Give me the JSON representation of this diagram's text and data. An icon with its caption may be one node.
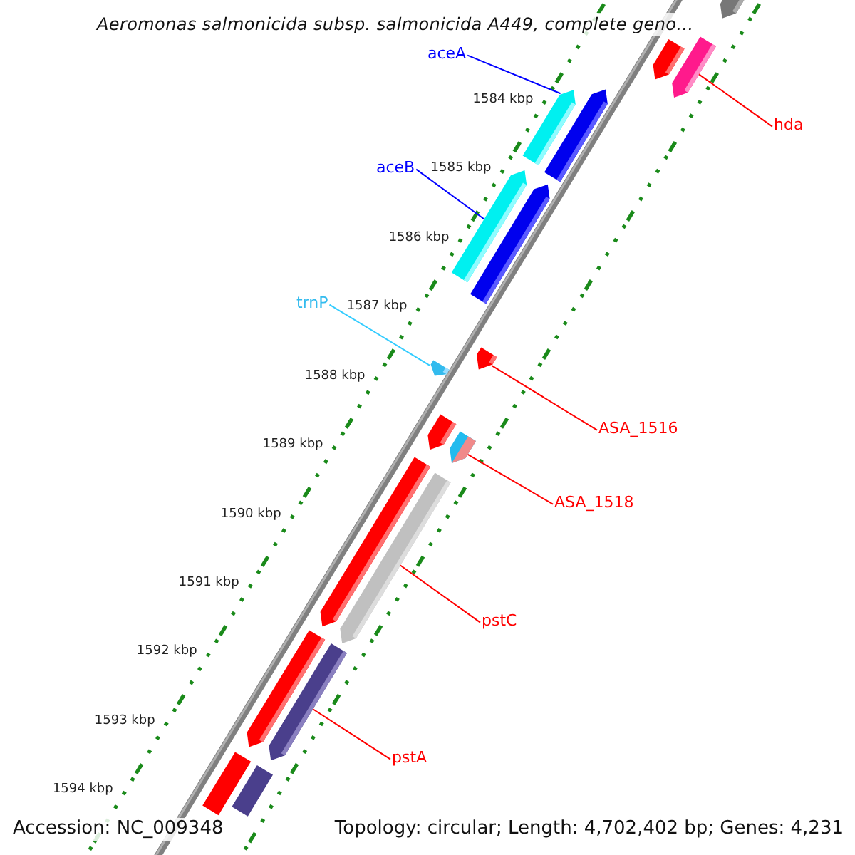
{
  "diagram": {
    "title": "Aeromonas salmonicida subsp. salmonicida A449, complete geno...",
    "nodes": [
      {
        "text": [
          "aceA"
        ]
      },
      {
        "text": [],
        "shape": "arrow"
      },
      {
        "text": [
          "hda"
        ]
      },
      {
        "text": [],
        "shape": "arrow"
      },
      {
        "text": [
          "aceB"
        ]
      },
      {
        "text": [],
        "shape": "arrow"
      },
      {
        "text": [
          "trnP"
        ]
      },
      {
        "text": [],
        "shape": "arrow"
      },
      {
        "text": [
          "ASA_1516"
        ]
      },
      {
        "text": [],
        "shape": "arrow"
      },
      {
        "text": [
          "ASA_1518"
        ]
      },
      {
        "text": [],
        "shape": "arrow"
      },
      {
        "text": [
          "pstC"
        ]
      },
      {
        "text": [],
        "shape": "arrow"
      },
      {
        "text": [
          "pstA"
        ]
      },
      {
        "text": [],
        "shape": "arrow"
      },
      {
        "text": [],
        "shape": "arrow"
      },
      {
        "text": [],
        "shape": "arrow"
      },
      {
        "text": [],
        "shape": "arrow"
      },
      {
        "text": [],
        "shape": "arrow"
      },
      {
        "text": [],
        "shape": "arrow"
      },
      {
        "text": [],
        "shape": "arrow"
      },
      {
        "text": [],
        "shape": "arrow"
      },
      {
        "text": [],
        "shape": "box"
      },
      {
        "text": [],
        "shape": "box"
      }
    ],
    "edges": [
      {
        "from": 0,
        "to": 1,
        "arrow": "none",
        "color": "#0000ff"
      },
      {
        "from": 2,
        "to": 3,
        "arrow": "none"
      },
      {
        "from": 4,
        "to": 5,
        "arrow": "none",
        "color": "#0000ff"
      },
      {
        "from": 6,
        "to": 7,
        "arrow": "none",
        "color": "#33ccff"
      },
      {
        "from": 8,
        "to": 9,
        "arrow": "none"
      },
      {
        "from": 10,
        "to": 11,
        "arrow": "none"
      },
      {
        "from": 12,
        "to": 13,
        "arrow": "none"
      },
      {
        "from": 14,
        "to": 15,
        "arrow": "none"
      }
    ],
    "labels": [
      "1584 kbp",
      "1585 kbp",
      "1586 kbp",
      "1587 kbp",
      "1588 kbp",
      "1589 kbp",
      "1590 kbp",
      "1591 kbp",
      "1592 kbp",
      "1593 kbp",
      "1594 kbp",
      "Accession: NC_009348",
      "Topology: circular; Length: 4,702,402 bp; Genes: 4,231"
    ]
  }
}
